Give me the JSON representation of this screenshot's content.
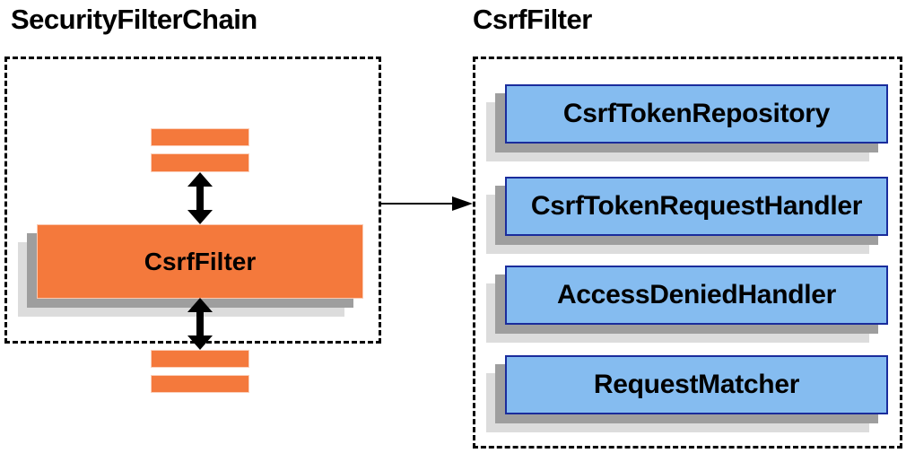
{
  "diagram": {
    "left_panel": {
      "title": "SecurityFilterChain",
      "filter_node_label": "CsrfFilter",
      "placeholder_bars": 4
    },
    "right_panel": {
      "title": "CsrfFilter",
      "components": [
        "CsrfTokenRepository",
        "CsrfTokenRequestHandler",
        "AccessDeniedHandler",
        "RequestMatcher"
      ]
    },
    "colors": {
      "node_orange": "#f4793c",
      "node_blue_fill": "#85bcf0",
      "node_blue_border": "#1a2c9c",
      "shadow_dark": "#9e9e9e",
      "shadow_light": "#dcdcdc",
      "arrow_black": "#000000",
      "background": "#ffffff"
    }
  }
}
